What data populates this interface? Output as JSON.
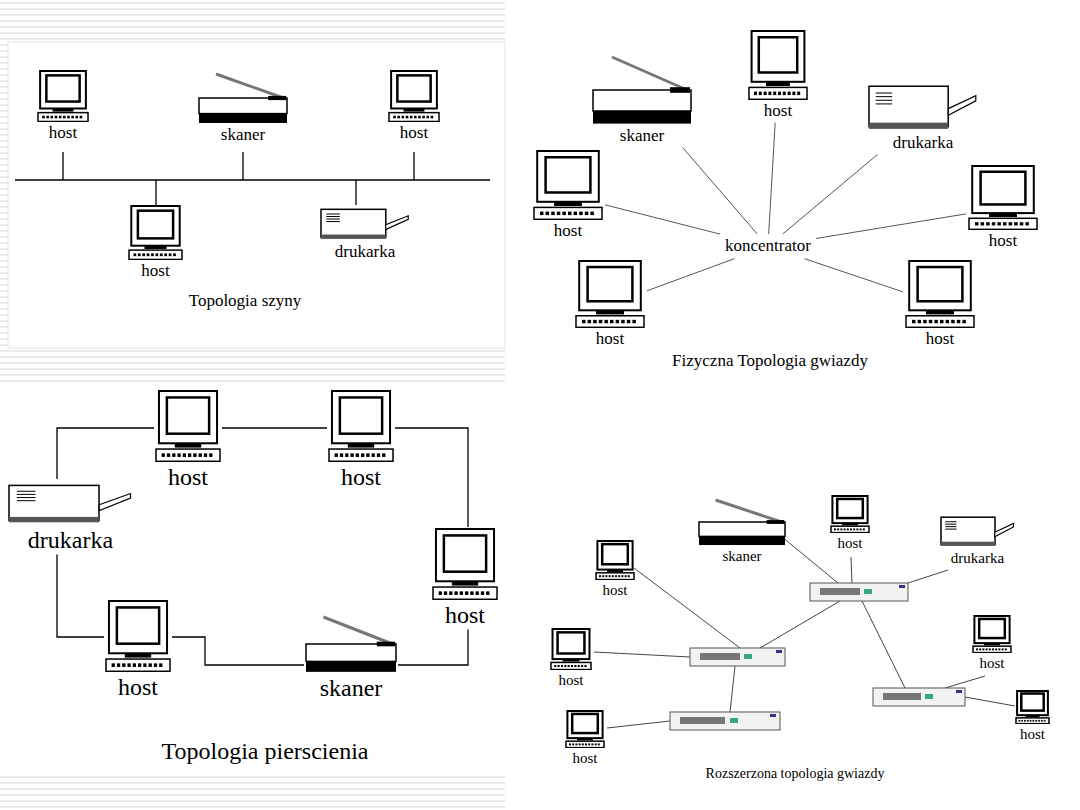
{
  "diagram": {
    "nodes": [
      {
        "text": [
          "host"
        ]
      },
      {
        "text": [
          "skaner"
        ]
      },
      {
        "text": [
          "host"
        ]
      },
      {
        "text": [
          "host"
        ]
      },
      {
        "text": [
          "drukarka"
        ]
      },
      {
        "text": [
          "skaner"
        ]
      },
      {
        "text": [
          "host"
        ]
      },
      {
        "text": [
          "drukarka"
        ]
      },
      {
        "text": [
          "host"
        ]
      },
      {
        "text": [
          "host"
        ]
      },
      {
        "text": [
          "koncentrator"
        ]
      },
      {
        "text": [
          "host"
        ]
      },
      {
        "text": [
          "host"
        ]
      },
      {
        "text": [
          "host"
        ]
      },
      {
        "text": [
          "host"
        ]
      },
      {
        "text": [
          "drukarka"
        ]
      },
      {
        "text": [
          "host"
        ]
      },
      {
        "text": [
          "host"
        ]
      },
      {
        "text": [
          "skaner"
        ]
      },
      {
        "text": [
          "skaner"
        ]
      },
      {
        "text": [
          "host"
        ]
      },
      {
        "text": [
          "drukarka"
        ]
      },
      {
        "text": [
          "host"
        ]
      },
      {
        "text": [
          "host"
        ]
      },
      {
        "text": [
          "host"
        ]
      },
      {
        "text": [
          "host"
        ]
      },
      {
        "text": [
          "host"
        ]
      }
    ],
    "edges": [
      {
        "from": 5,
        "to": 10,
        "arrow": "none"
      },
      {
        "from": 6,
        "to": 10,
        "arrow": "none"
      },
      {
        "from": 7,
        "to": 10,
        "arrow": "none"
      },
      {
        "from": 8,
        "to": 10,
        "arrow": "none"
      },
      {
        "from": 9,
        "to": 10,
        "arrow": "none"
      },
      {
        "from": 11,
        "to": 10,
        "arrow": "none"
      },
      {
        "from": 12,
        "to": 10,
        "arrow": "none"
      },
      {
        "from": 13,
        "to": 14,
        "arrow": "none"
      },
      {
        "from": 14,
        "to": 16,
        "arrow": "none"
      },
      {
        "from": 16,
        "to": 18,
        "arrow": "none"
      },
      {
        "from": 18,
        "to": 17,
        "arrow": "none"
      },
      {
        "from": 17,
        "to": 15,
        "arrow": "none"
      },
      {
        "from": 15,
        "to": 13,
        "arrow": "none"
      }
    ],
    "labels": [
      "Topologia szyny",
      "Fizyczna Topologia gwiazdy",
      "Topologia pierscienia",
      "Rozszerzona topologia gwiazdy"
    ]
  }
}
